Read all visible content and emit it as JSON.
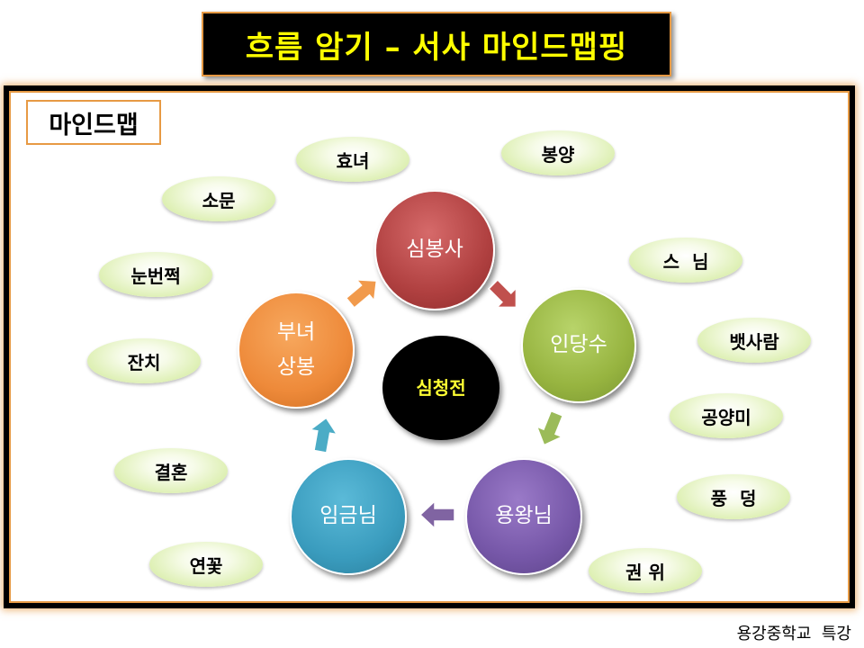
{
  "title": "흐름 암기 – 서사 마인드맵핑",
  "label": "마인드맵",
  "center": "심청전",
  "nodes": {
    "top": "심봉사",
    "right": "인당수",
    "bottom_right": "용왕님",
    "bottom_left": "임금님",
    "left_line1": "부녀",
    "left_line2": "상봉"
  },
  "keywords_left": [
    "효녀",
    "소문",
    "눈번쩍",
    "잔치",
    "결혼",
    "연꽃"
  ],
  "keywords_right": [
    "봉양",
    "스  님",
    "뱃사람",
    "공양미",
    "풍  덩",
    "권 위"
  ],
  "footer": "용강중학교  특강",
  "colors": {
    "top": "#b04040",
    "right": "#97b440",
    "bottom_right": "#7657a8",
    "bottom_left": "#3a9cbe",
    "left": "#ee8a3a",
    "center": "#000000",
    "title_text": "#ffff00",
    "accent_border": "#e79a44"
  }
}
